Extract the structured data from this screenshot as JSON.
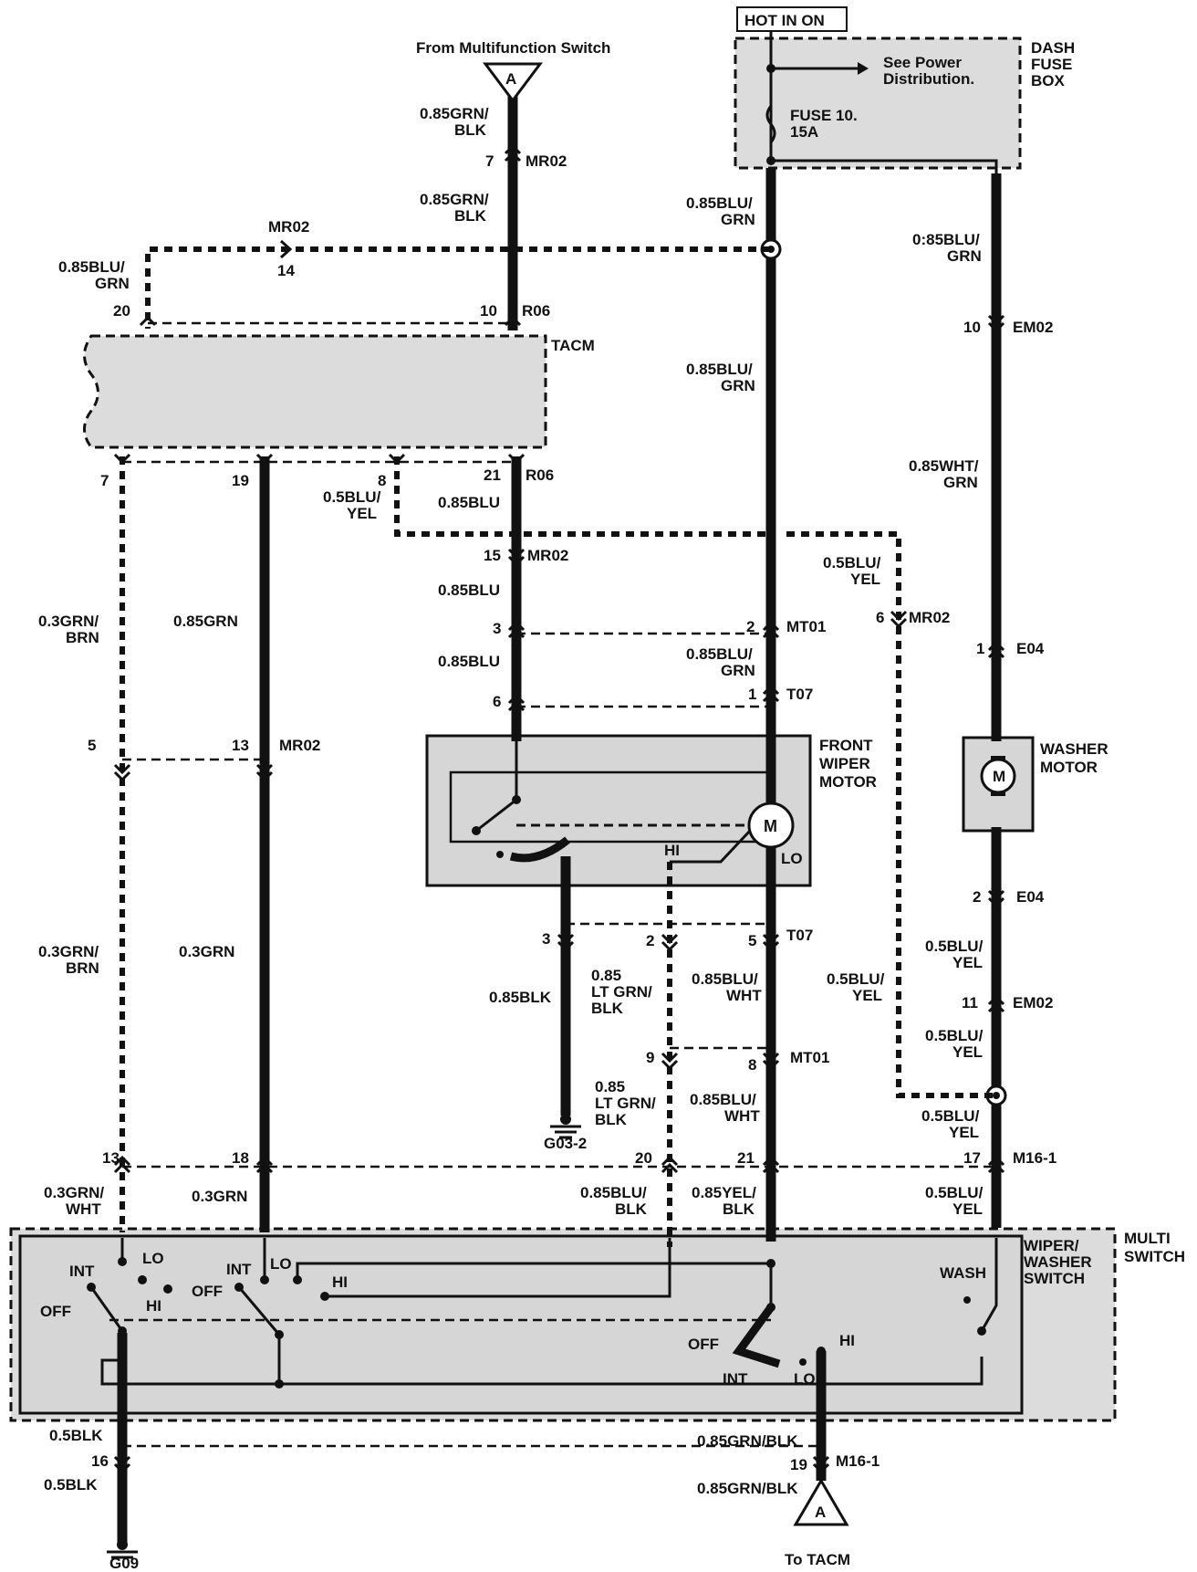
{
  "power": {
    "hot_in_on": "HOT IN ON",
    "see_power": "See Power",
    "distribution": "Distribution.",
    "fuse_line1": "FUSE 10.",
    "fuse_line2": "15A"
  },
  "dash_fuse_box": {
    "line1": "DASH",
    "line2": "FUSE",
    "line3": "BOX"
  },
  "top_ref": {
    "from_label": "From Multifunction Switch",
    "letter": "A"
  },
  "bottom_ref": {
    "to_label": "To TACM",
    "letter": "A"
  },
  "components": {
    "tacm": "TACM",
    "front_wiper_motor": [
      "FRONT",
      "WIPER",
      "MOTOR"
    ],
    "washer_motor": [
      "WASHER",
      "MOTOR"
    ],
    "multi_switch": [
      "MULTI",
      "SWITCH"
    ],
    "wiper_washer_switch": [
      "WIPER/",
      "WASHER",
      "SWITCH"
    ],
    "motor_symbol": "M",
    "ground_g03": "G03-2",
    "ground_g09": "G09"
  },
  "wires": {
    "grn_blk_a": [
      "0.85GRN/",
      "BLK"
    ],
    "grn_blk_b": [
      "0.85GRN/",
      "BLK"
    ],
    "blu_grn_top_left": [
      "0.85BLU/",
      "GRN"
    ],
    "blu_grn_c1": [
      "0.85BLU/",
      "GRN"
    ],
    "blu_grn_c2": [
      "0.85BLU/",
      "GRN"
    ],
    "blu_grn_c3": [
      "0.85BLU/",
      "GRN"
    ],
    "blu_grn_r1": [
      "0:85BLU/",
      "GRN"
    ],
    "wht_grn_r": [
      "0.85WHT/",
      "GRN"
    ],
    "blu_yel_8": [
      "0.5BLU/",
      "YEL"
    ],
    "blu_top": "0.85BLU",
    "blu_mid1": "0.85BLU",
    "blu_mid2": "0.85BLU",
    "blu_yel_6": [
      "0.5BLU/",
      "YEL"
    ],
    "grn_brn_1": [
      "0.3GRN/",
      "BRN"
    ],
    "grn_85": "0.85GRN",
    "grn_brn_2": [
      "0.3GRN/",
      "BRN"
    ],
    "grn_3": "0.3GRN",
    "blk_85": "0.85BLK",
    "lt_grn_blk_1": [
      "0.85",
      "LT GRN/",
      "BLK"
    ],
    "lt_grn_blk_2": [
      "0.85",
      "LT GRN/",
      "BLK"
    ],
    "blu_wht_1": [
      "0.85BLU/",
      "WHT"
    ],
    "blu_wht_2": [
      "0.85BLU/",
      "WHT"
    ],
    "blu_yel_e04": [
      "0.5BLU/",
      "YEL"
    ],
    "blu_yel_long": [
      "0.5BLU/",
      "YEL"
    ],
    "blu_yel_em02": [
      "0.5BLU/",
      "YEL"
    ],
    "blu_yel_m16": [
      "0.5BLU/",
      "YEL"
    ],
    "blu_yel_sw": [
      "0.5BLU/",
      "YEL"
    ],
    "grn_wht": [
      "0.3GRN/",
      "WHT"
    ],
    "grn_3b": "0.3GRN",
    "blu_blk": [
      "0.85BLU/",
      "BLK"
    ],
    "yel_blk": [
      "0.85YEL/",
      "BLK"
    ],
    "blk_5a": "0.5BLK",
    "blk_5b": "0.5BLK",
    "grn_blk_bot1": "0.85GRN/BLK",
    "grn_blk_bot2": "0.85GRN/BLK"
  },
  "connectors": {
    "mr02_7": {
      "pin": "7",
      "name": "MR02"
    },
    "mr02_14": {
      "pin": "14",
      "name": "MR02"
    },
    "tacm_20": "20",
    "r06_10": {
      "pin": "10",
      "name": "R06"
    },
    "em02_10": {
      "pin": "10",
      "name": "EM02"
    },
    "tacm_7": "7",
    "tacm_19": "19",
    "tacm_8": "8",
    "r06_21": {
      "pin": "21",
      "name": "R06"
    },
    "mr02_15": {
      "pin": "15",
      "name": "MR02"
    },
    "mr02_6": {
      "pin": "6",
      "name": "MR02"
    },
    "pin_3": "3",
    "mt01_2": {
      "pin": "2",
      "name": "MT01"
    },
    "e04_1": {
      "pin": "1",
      "name": "E04"
    },
    "pin_6": "6",
    "t07_1": {
      "pin": "1",
      "name": "T07"
    },
    "pin_5": "5",
    "mr02_13": {
      "pin": "13",
      "name": "MR02"
    },
    "e04_2": {
      "pin": "2",
      "name": "E04"
    },
    "pin_3b": "3",
    "pin_2b": "2",
    "t07_5": {
      "pin": "5",
      "name": "T07"
    },
    "em02_11": {
      "pin": "11",
      "name": "EM02"
    },
    "pin_9": "9",
    "mt01_8": {
      "pin": "8",
      "name": "MT01"
    },
    "pin_13": "13",
    "pin_18": "18",
    "pin_20": "20",
    "pin_21": "21",
    "m16_17": {
      "pin": "17",
      "name": "M16-1"
    },
    "pin_16": "16",
    "m16_19": {
      "pin": "19",
      "name": "M16-1"
    }
  },
  "switch_labels": {
    "int1": "INT",
    "lo1": "LO",
    "off1": "OFF",
    "hi1": "HI",
    "int2": "INT",
    "lo2": "LO",
    "off2": "OFF",
    "hi2": "HI",
    "off3": "OFF",
    "int3": "INT",
    "lo3": "LO",
    "hi3": "HI",
    "wash": "WASH",
    "motor_hi": "HI",
    "motor_lo": "LO"
  }
}
